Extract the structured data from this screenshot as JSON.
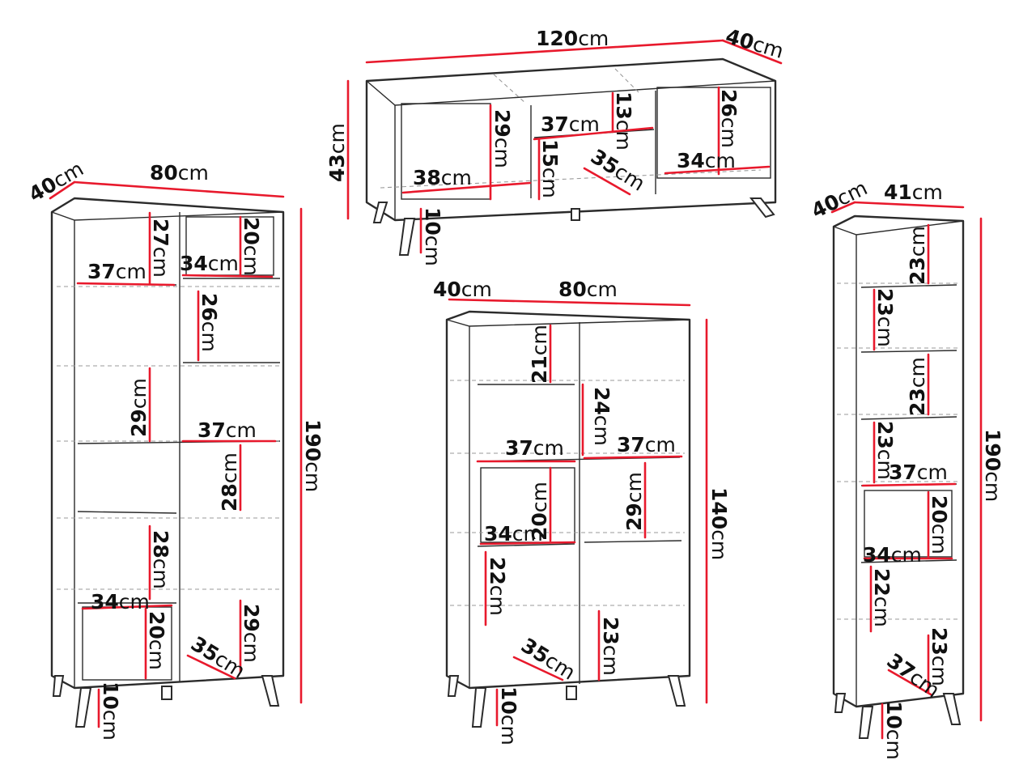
{
  "colors": {
    "outline": "#2b2b2b",
    "dimension": "#e8192c",
    "hidden": "#9a9a9a",
    "text": "#111111"
  },
  "tv_unit": {
    "width": "120",
    "depth": "40",
    "height": "43",
    "compartment_heights": [
      "29",
      "13",
      "15",
      "26"
    ],
    "shelf_widths": [
      "38",
      "37",
      "35",
      "34"
    ],
    "leg": "10"
  },
  "tall_cabinet": {
    "width": "80",
    "depth": "40",
    "height": "190",
    "compartment_heights": [
      "27",
      "20",
      "26",
      "29",
      "28",
      "28",
      "20",
      "29"
    ],
    "shelf_widths": [
      "37",
      "34",
      "37",
      "34",
      "35"
    ],
    "leg": "10"
  },
  "mid_cabinet": {
    "width": "80",
    "depth": "40",
    "height": "140",
    "compartment_heights": [
      "21",
      "24",
      "20",
      "29",
      "22",
      "23"
    ],
    "shelf_widths": [
      "37",
      "37",
      "34",
      "35"
    ],
    "leg": "10"
  },
  "narrow_cabinet": {
    "width": "41",
    "depth": "40",
    "height": "190",
    "compartment_heights": [
      "23",
      "23",
      "23",
      "23",
      "20",
      "22",
      "23"
    ],
    "shelf_widths": [
      "37",
      "34",
      "37"
    ],
    "leg": "10"
  },
  "unit": "cm"
}
